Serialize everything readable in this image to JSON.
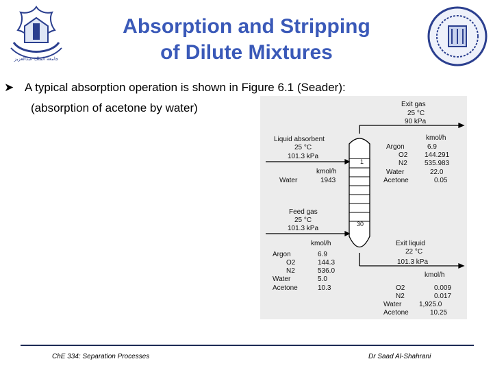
{
  "slide": {
    "title_line1": "Absorption and Stripping",
    "title_line2": "of Dilute Mixtures",
    "bullet_text": "A typical absorption operation is shown in Figure 6.1 (Seader):",
    "sub_text": "(absorption of acetone by water)",
    "footer_left": "ChE 334: Separation Processes",
    "footer_right": "Dr Saad Al-Shahrani",
    "title_color": "#3a59b8"
  },
  "logos": {
    "left": {
      "icon": "university-emblem-icon",
      "caption": "جامعة الملك عبدالعزيز"
    },
    "right": {
      "icon": "department-seal-icon"
    }
  },
  "figure": {
    "stage_top": "1",
    "stage_bottom": "30",
    "exit_gas": {
      "label": "Exit gas",
      "temp": "25 °C",
      "pressure": "90 kPa"
    },
    "liquid_absorbent": {
      "label": "Liquid absorbent",
      "temp": "25 °C",
      "pressure": "101.3 kPa",
      "unit": "kmol/h",
      "component": "Water",
      "value": "1943"
    },
    "exit_gas_flows": {
      "unit": "kmol/h",
      "rows": [
        {
          "component": "Argon",
          "value": "6.9"
        },
        {
          "component": "O2",
          "value": "144.291"
        },
        {
          "component": "N2",
          "value": "535.983"
        },
        {
          "component": "Water",
          "value": "22.0"
        },
        {
          "component": "Acetone",
          "value": "0.05"
        }
      ]
    },
    "feed_gas": {
      "label": "Feed gas",
      "temp": "25 °C",
      "pressure": "101.3 kPa",
      "unit": "kmol/h",
      "rows": [
        {
          "component": "Argon",
          "value": "6.9"
        },
        {
          "component": "O2",
          "value": "144.3"
        },
        {
          "component": "N2",
          "value": "536.0"
        },
        {
          "component": "Water",
          "value": "5.0"
        },
        {
          "component": "Acetone",
          "value": "10.3"
        }
      ]
    },
    "exit_liquid": {
      "label": "Exit liquid",
      "temp": "22 °C",
      "pressure": "101.3 kPa",
      "unit": "kmol/h",
      "rows": [
        {
          "component": "O2",
          "value": "0.009"
        },
        {
          "component": "N2",
          "value": "0.017"
        },
        {
          "component": "Water",
          "value": "1,925.0"
        },
        {
          "component": "Acetone",
          "value": "10.25"
        }
      ]
    }
  }
}
